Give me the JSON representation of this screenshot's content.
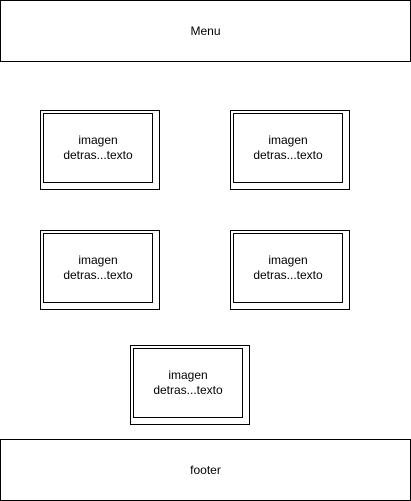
{
  "menu": {
    "label": "Menu"
  },
  "cards": [
    {
      "line1": "imagen",
      "line2": "detras...texto"
    },
    {
      "line1": "imagen",
      "line2": "detras...texto"
    },
    {
      "line1": "imagen",
      "line2": "detras...texto"
    },
    {
      "line1": "imagen",
      "line2": "detras...texto"
    },
    {
      "line1": "imagen",
      "line2": "detras...texto"
    }
  ],
  "footer": {
    "label": "footer"
  }
}
